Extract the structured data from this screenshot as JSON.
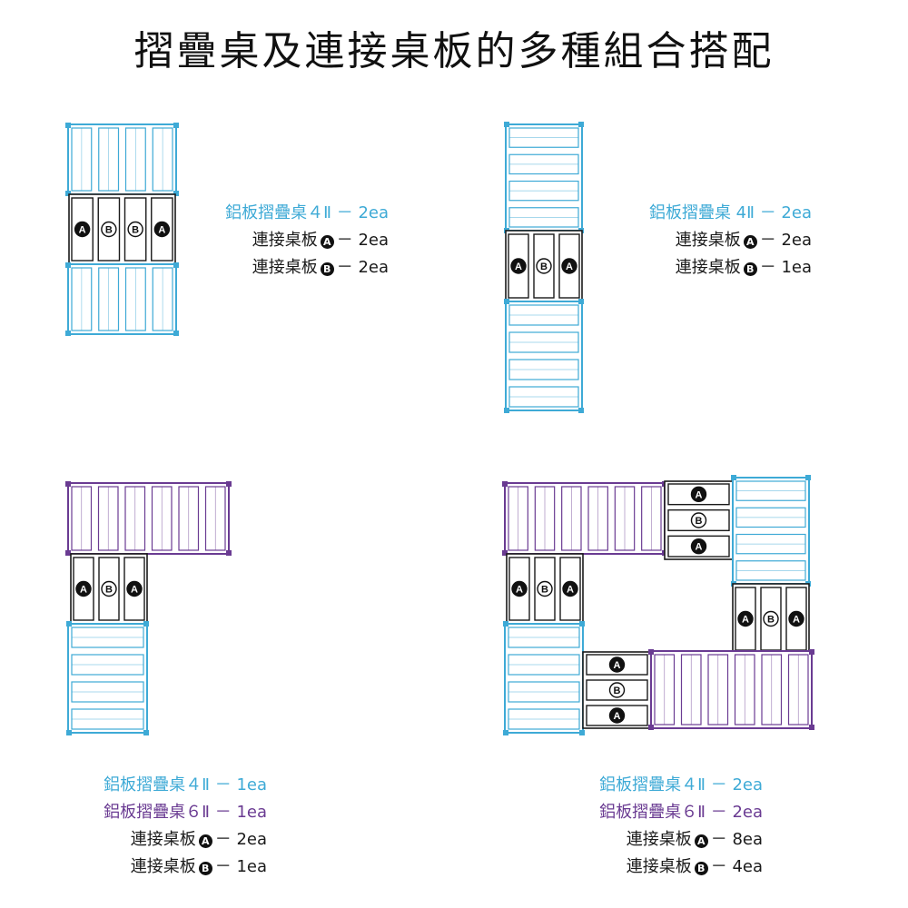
{
  "title": "摺疊桌及連接桌板的多種組合搭配",
  "colors": {
    "cyan": "#3eaad6",
    "purple": "#6a3b92",
    "black": "#1a1a1a"
  },
  "letters": {
    "a": "A",
    "b": "B"
  },
  "panels": [
    {
      "legend": [
        {
          "text": "鋁板摺疊桌４Ⅱ － 2ea",
          "color": "cyan"
        },
        {
          "label": "連接桌板",
          "letter": "A",
          "qty": "－ 2ea",
          "color": "black"
        },
        {
          "label": "連接桌板",
          "letter": "B",
          "qty": "－ 2ea",
          "color": "black"
        }
      ]
    },
    {
      "legend": [
        {
          "text": "鋁板摺疊桌 4Ⅱ － 2ea",
          "color": "cyan"
        },
        {
          "label": "連接桌板",
          "letter": "A",
          "qty": "－ 2ea",
          "color": "black"
        },
        {
          "label": "連接桌板",
          "letter": "B",
          "qty": "－ 1ea",
          "color": "black"
        }
      ]
    },
    {
      "legend": [
        {
          "text": "鋁板摺疊桌４Ⅱ － 1ea",
          "color": "cyan"
        },
        {
          "text": "鋁板摺疊桌６Ⅱ － 1ea",
          "color": "purple"
        },
        {
          "label": "連接桌板",
          "letter": "A",
          "qty": "－ 2ea",
          "color": "black"
        },
        {
          "label": "連接桌板",
          "letter": "B",
          "qty": "－ 1ea",
          "color": "black"
        }
      ]
    },
    {
      "legend": [
        {
          "text": "鋁板摺疊桌４Ⅱ － 2ea",
          "color": "cyan"
        },
        {
          "text": "鋁板摺疊桌６Ⅱ － 2ea",
          "color": "purple"
        },
        {
          "label": "連接桌板",
          "letter": "A",
          "qty": "－ 8ea",
          "color": "black"
        },
        {
          "label": "連接桌板",
          "letter": "B",
          "qty": "－ 4ea",
          "color": "black"
        }
      ]
    }
  ]
}
